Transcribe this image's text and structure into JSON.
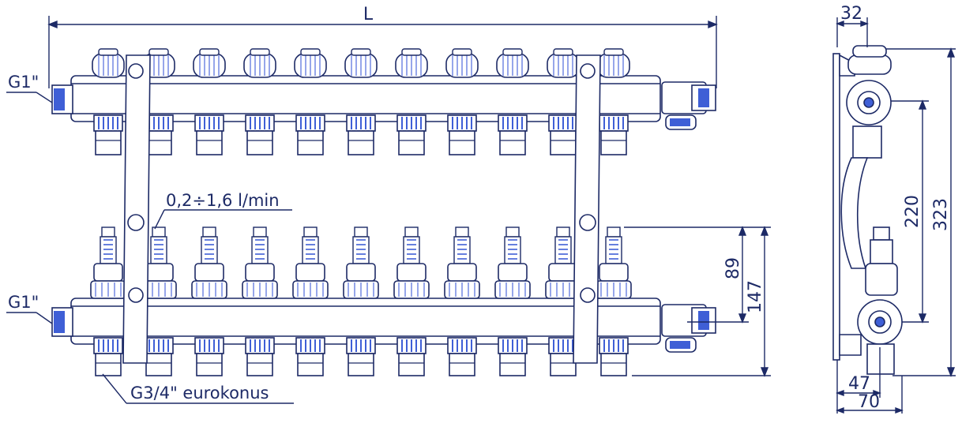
{
  "drawing": {
    "front_view": {
      "overall_length_label": "L",
      "inlet_thread_top": "G1\"",
      "inlet_thread_bottom": "G1\"",
      "flowmeter_range": "0,2÷1,6 l/min",
      "outlet_connection": "G3/4\" eurokonus",
      "dim_flowmeter_height": "89",
      "dim_lower_rail_height": "147",
      "outlet_count": 11
    },
    "side_view": {
      "dim_width_top": "32",
      "dim_axis_distance": "220",
      "dim_total_height": "323",
      "dim_depth_axis": "47",
      "dim_depth_total": "70"
    }
  },
  "colors": {
    "line": "#1d2a66",
    "accent": "#3f5fd6",
    "hatch": "#6a7fe0"
  }
}
